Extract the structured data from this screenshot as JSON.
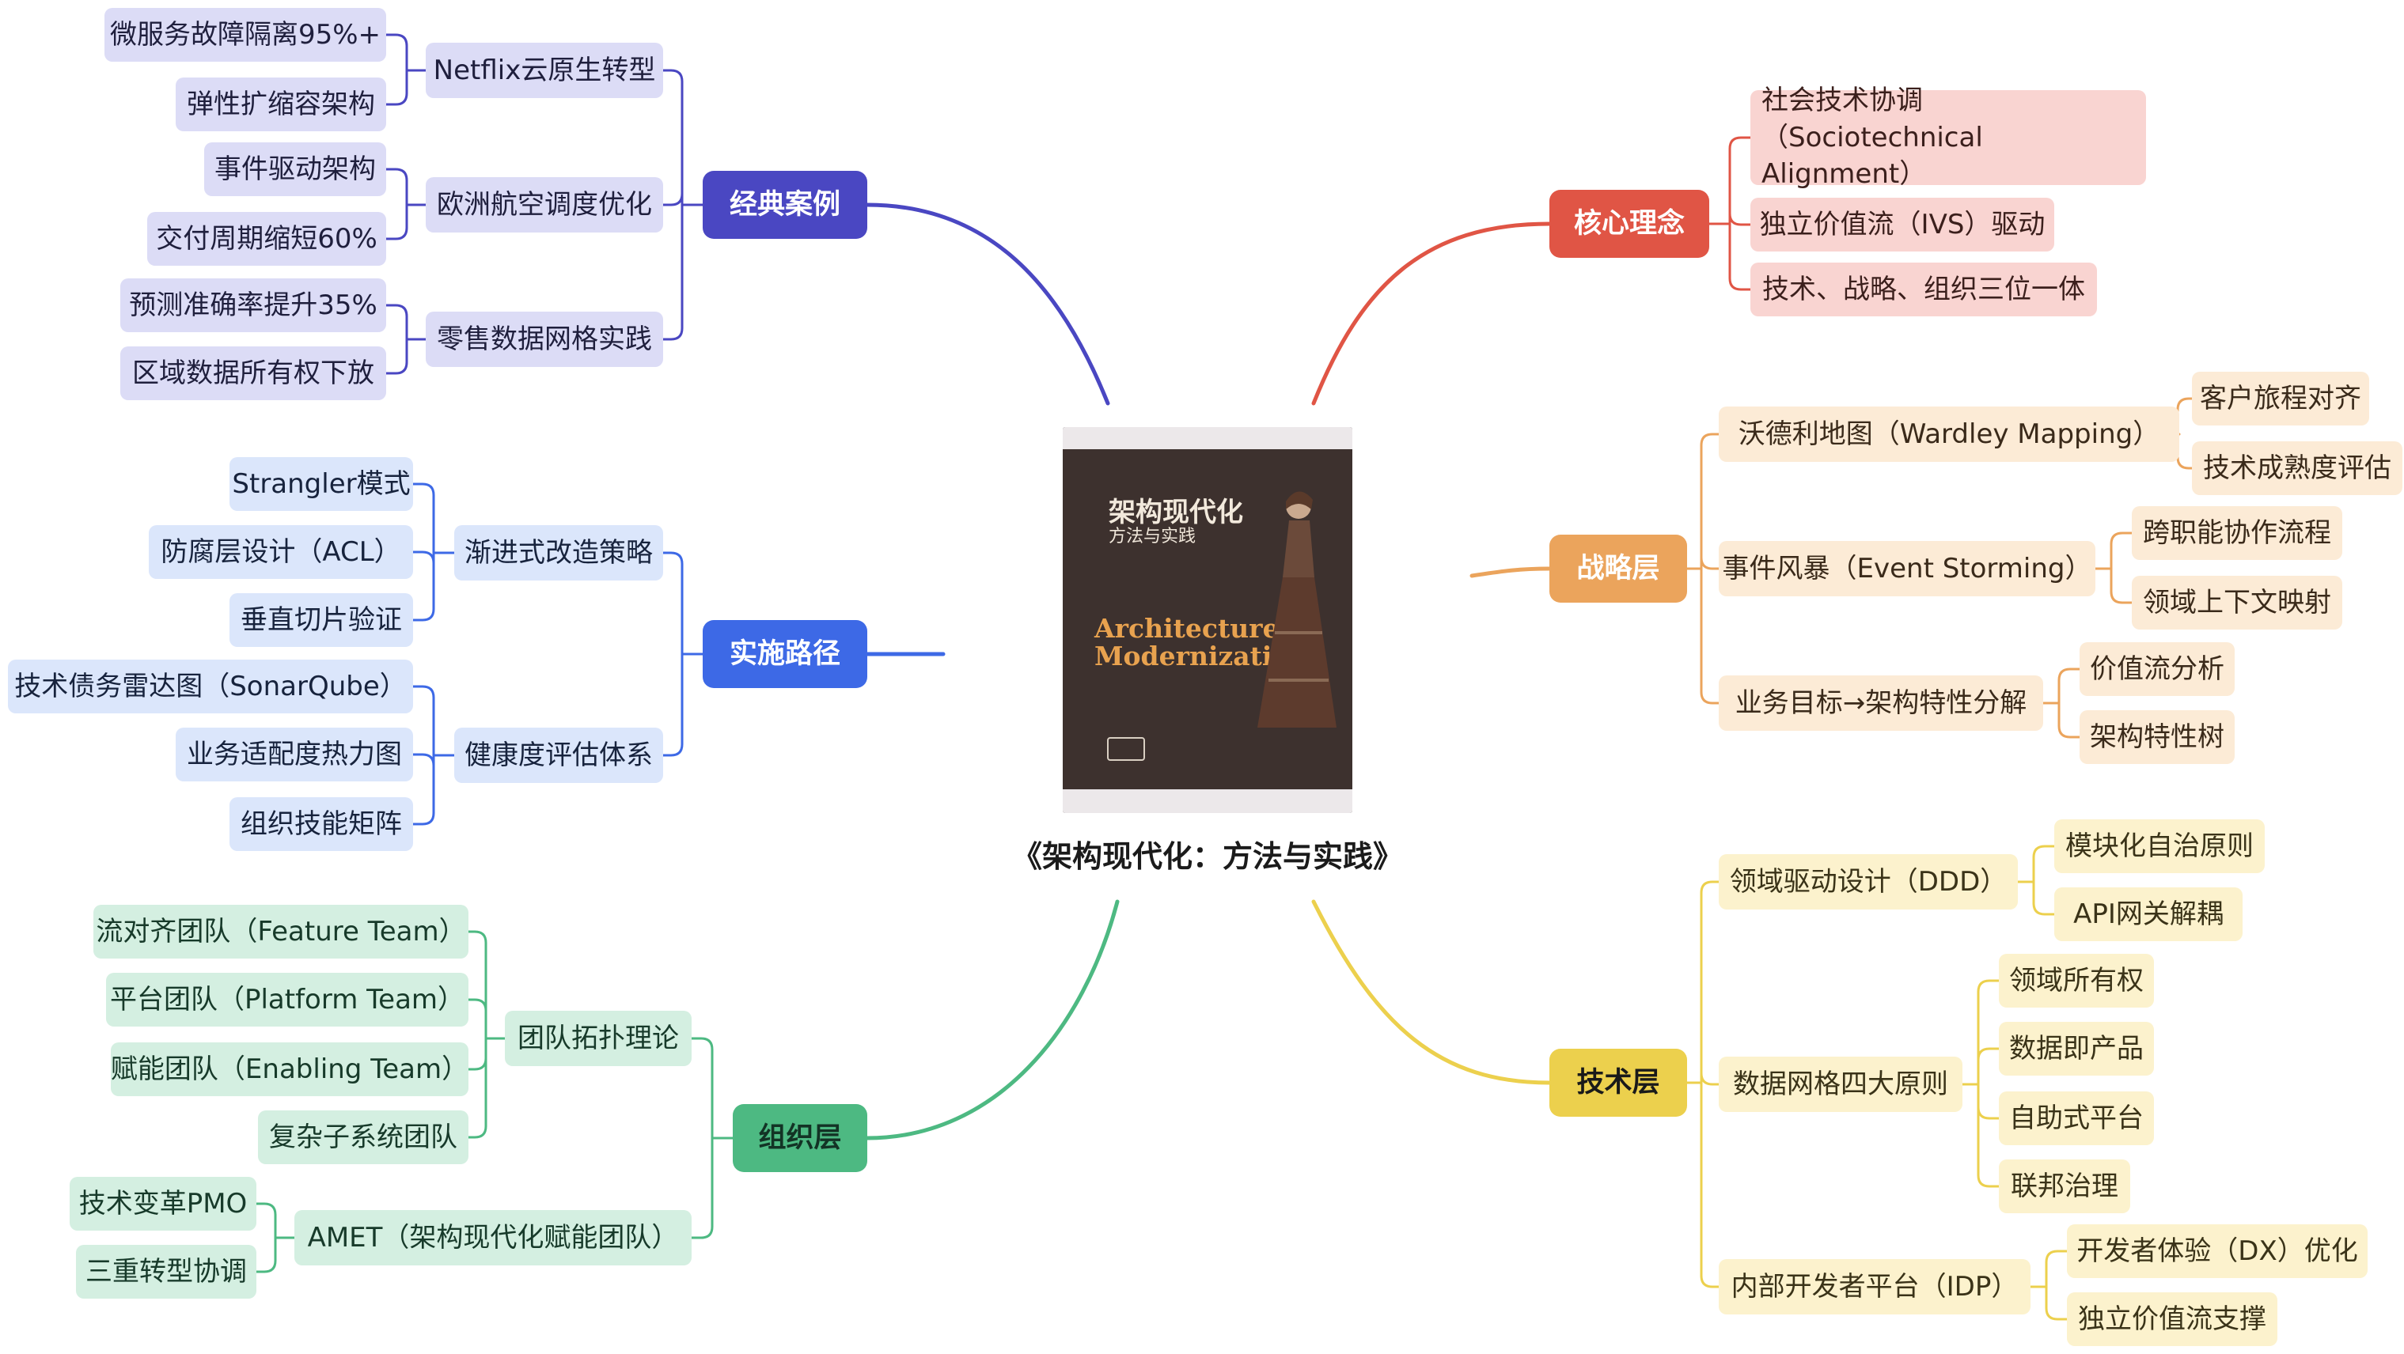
{
  "center": {
    "title": "《架构现代化：方法与实践》",
    "book_cover": {
      "title": "架构现代化",
      "subtitle": "方法与实践",
      "english_title": "Architecture\nModernization"
    }
  },
  "colors": {
    "red": "#e05545",
    "orange": "#eba45c",
    "yellow": "#ecd04d",
    "purple": "#4a47c2",
    "blue": "#3d69e6",
    "green": "#4db982"
  },
  "branches": {
    "core": {
      "label": "核心理念",
      "items": [
        "社会技术协调（Sociotechnical Alignment）",
        "独立价值流（IVS）驱动",
        "技术、战略、组织三位一体"
      ]
    },
    "strategy": {
      "label": "战略层",
      "groups": [
        {
          "label": "沃德利地图（Wardley Mapping）",
          "items": [
            "客户旅程对齐",
            "技术成熟度评估"
          ]
        },
        {
          "label": "事件风暴（Event Storming）",
          "items": [
            "跨职能协作流程",
            "领域上下文映射"
          ]
        },
        {
          "label": "业务目标→架构特性分解",
          "items": [
            "价值流分析",
            "架构特性树"
          ]
        }
      ]
    },
    "tech": {
      "label": "技术层",
      "groups": [
        {
          "label": "领域驱动设计（DDD）",
          "items": [
            "模块化自治原则",
            "API网关解耦"
          ]
        },
        {
          "label": "数据网格四大原则",
          "items": [
            "领域所有权",
            "数据即产品",
            "自助式平台",
            "联邦治理"
          ]
        },
        {
          "label": "内部开发者平台（IDP）",
          "items": [
            "开发者体验（DX）优化",
            "独立价值流支撑"
          ]
        }
      ]
    },
    "cases": {
      "label": "经典案例",
      "groups": [
        {
          "label": "Netflix云原生转型",
          "items": [
            "微服务故障隔离95%+",
            "弹性扩缩容架构"
          ]
        },
        {
          "label": "欧洲航空调度优化",
          "items": [
            "事件驱动架构",
            "交付周期缩短60%"
          ]
        },
        {
          "label": "零售数据网格实践",
          "items": [
            "预测准确率提升35%",
            "区域数据所有权下放"
          ]
        }
      ]
    },
    "path": {
      "label": "实施路径",
      "groups": [
        {
          "label": "渐进式改造策略",
          "items": [
            "Strangler模式",
            "防腐层设计（ACL）",
            "垂直切片验证"
          ]
        },
        {
          "label": "健康度评估体系",
          "items": [
            "技术债务雷达图（SonarQube）",
            "业务适配度热力图",
            "组织技能矩阵"
          ]
        }
      ]
    },
    "org": {
      "label": "组织层",
      "groups": [
        {
          "label": "团队拓扑理论",
          "items": [
            "流对齐团队（Feature Team）",
            "平台团队（Platform Team）",
            "赋能团队（Enabling Team）",
            "复杂子系统团队"
          ]
        },
        {
          "label": "AMET（架构现代化赋能团队）",
          "items": [
            "技术变革PMO",
            "三重转型协调"
          ]
        }
      ]
    }
  }
}
